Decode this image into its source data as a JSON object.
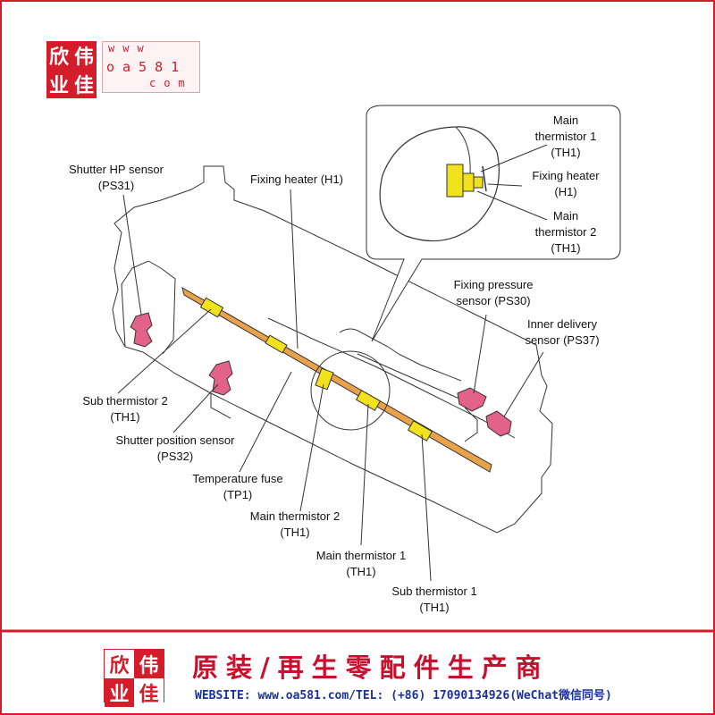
{
  "header": {
    "logo_chars": [
      "欣",
      "伟",
      "业",
      "佳"
    ],
    "watermark_lines": [
      "www",
      "oa581",
      "com"
    ]
  },
  "diagram": {
    "labels": {
      "shutter_hp_sensor": [
        "Shutter HP sensor",
        "(PS31)"
      ],
      "fixing_heater": [
        "Fixing heater (H1)"
      ],
      "sub_thermistor_2": [
        "Sub thermistor 2",
        "(TH1)"
      ],
      "shutter_position_sensor": [
        "Shutter position sensor",
        "(PS32)"
      ],
      "temperature_fuse": [
        "Temperature fuse",
        "(TP1)"
      ],
      "main_thermistor_2": [
        "Main thermistor 2",
        "(TH1)"
      ],
      "main_thermistor_1": [
        "Main thermistor 1",
        "(TH1)"
      ],
      "sub_thermistor_1": [
        "Sub thermistor 1",
        "(TH1)"
      ],
      "fixing_pressure_sensor": [
        "Fixing pressure",
        "sensor (PS30)"
      ],
      "inner_delivery_sensor": [
        "Inner delivery",
        "sensor (PS37)"
      ]
    },
    "callout": {
      "main_thermistor_1": [
        "Main",
        "thermistor 1",
        "(TH1)"
      ],
      "fixing_heater": [
        "Fixing heater",
        "(H1)"
      ],
      "main_thermistor_2": [
        "Main",
        "thermistor 2",
        "(TH1)"
      ]
    },
    "colors": {
      "heater": "#e9a24a",
      "sensor": "#e2628a",
      "thermistor": "#f2e21e",
      "outline": "#333333"
    }
  },
  "footer": {
    "title": "原装/再生零配件生产商",
    "contact": "WEBSITE: www.oa581.com/TEL: (+86) 17090134926(WeChat微信同号)"
  }
}
